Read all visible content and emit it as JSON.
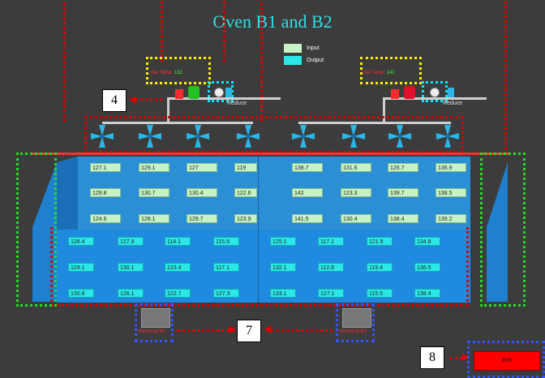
{
  "title": "Oven B1 and B2",
  "legend": [
    {
      "label": "Input",
      "color": "#c6f3c6"
    },
    {
      "label": "Output",
      "color": "#2ae8e8"
    }
  ],
  "zones": [
    {
      "setpoint_label": "Set Temp:",
      "setpoint_value": "132",
      "reduce_label": "Reduce"
    },
    {
      "setpoint_label": "Set Temp:",
      "setpoint_value": "142",
      "reduce_label": "Reduce"
    }
  ],
  "callouts": {
    "c4": "4",
    "c7": "7",
    "c8": "8"
  },
  "upper_left": [
    [
      "127.1",
      "129.1",
      "127",
      "119"
    ],
    [
      "129.8",
      "130.7",
      "130.4",
      "122.6"
    ],
    [
      "124.6",
      "128.1",
      "129.7",
      "123.9"
    ]
  ],
  "upper_right": [
    [
      "138.7",
      "131.6",
      "126.7",
      "136.9"
    ],
    [
      "142",
      "123.3",
      "139.7",
      "138.5"
    ],
    [
      "141.5",
      "130.4",
      "138.4",
      "139.2"
    ]
  ],
  "lower_left": [
    [
      "128.4",
      "127.9",
      "114.1",
      "115.5"
    ],
    [
      "129.1",
      "130.1",
      "123.4",
      "117.1"
    ],
    [
      "130.8",
      "126.1",
      "122.7",
      "127.3"
    ]
  ],
  "lower_right": [
    [
      "125.1",
      "117.1",
      "121.9",
      "134.8"
    ],
    [
      "132.1",
      "112.8",
      "119.4",
      "136.5"
    ],
    [
      "133.1",
      "127.1",
      "115.5",
      "138.4"
    ]
  ],
  "history": [
    {
      "label": "Historical B1"
    },
    {
      "label": "Historical B2"
    }
  ],
  "exit_label": "Exit",
  "colors": {
    "accent": "#2fe0e6",
    "oven": "#2b8fd6",
    "exit": "#ff0000"
  }
}
